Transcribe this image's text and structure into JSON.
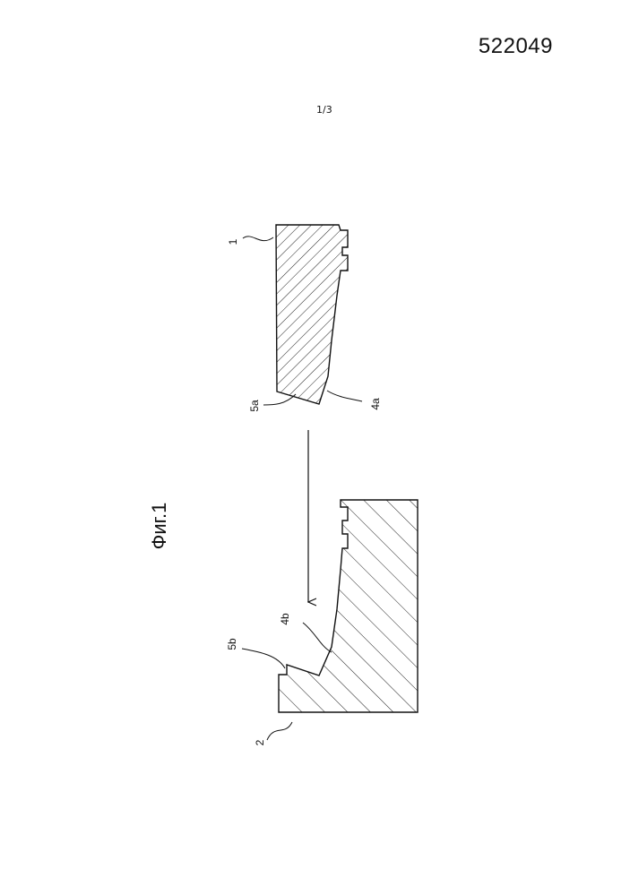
{
  "document": {
    "number": "522049",
    "sheet": "1/3"
  },
  "figure": {
    "caption": "Фиг.1",
    "labels": {
      "part_top": "1",
      "part_bottom": "2",
      "surface_4a": "4a",
      "surface_5a": "5a",
      "surface_4b": "4b",
      "surface_5b": "5b"
    }
  }
}
